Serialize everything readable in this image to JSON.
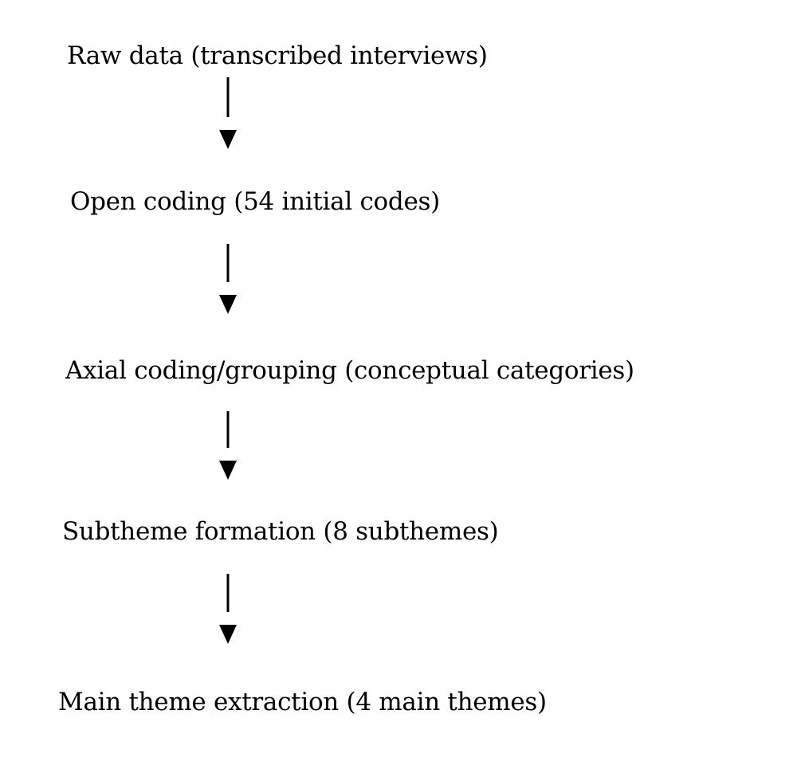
{
  "steps": [
    {
      "label": "Raw data (transcribed interviews)"
    },
    {
      "label": "Open coding (54 initial codes)"
    },
    {
      "label": "Axial coding/grouping (conceptual categories)"
    },
    {
      "label": "Subtheme formation (8 subthemes)"
    },
    {
      "label": "Main theme extraction (4 main themes)"
    }
  ],
  "colors": {
    "text": "#000000",
    "arrow": "#000000",
    "background": "#ffffff"
  },
  "icons": {
    "connector": "down-arrow-icon"
  }
}
